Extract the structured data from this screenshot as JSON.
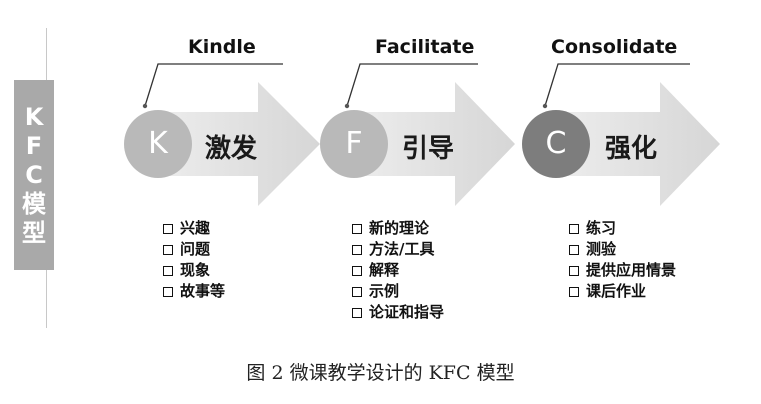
{
  "sidebar": {
    "chars": [
      "K",
      "F",
      "C",
      "模",
      "型"
    ]
  },
  "stages": [
    {
      "letter": "K",
      "cn": "激发",
      "en": "Kindle",
      "color": "#b9b9b9",
      "items": [
        "兴趣",
        "问题",
        "现象",
        "故事等"
      ]
    },
    {
      "letter": "F",
      "cn": "引导",
      "en": "Facilitate",
      "color": "#b9b9b9",
      "items": [
        "新的理论",
        "方法/工具",
        "解释",
        "示例",
        "论证和指导"
      ]
    },
    {
      "letter": "C",
      "cn": "强化",
      "en": "Consolidate",
      "color": "#7d7d7d",
      "items": [
        "练习",
        "测验",
        "提供应用情景",
        "课后作业"
      ]
    }
  ],
  "caption": "图 2 微课教学设计的 KFC 模型"
}
